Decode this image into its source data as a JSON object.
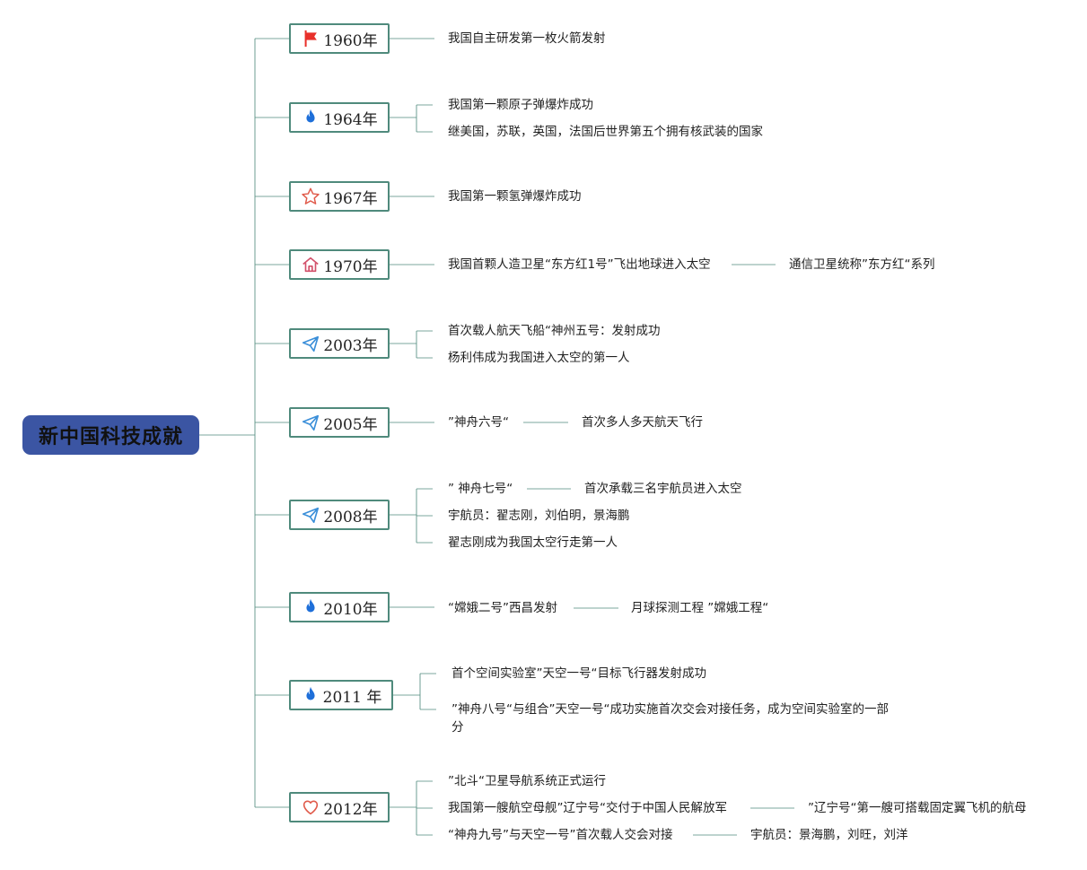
{
  "root": "新中国科技成就",
  "colors": {
    "line": "#4f8a7c",
    "root_fill": "#3b55a3",
    "flag": "#e8302a",
    "fire": "#1e6fd9",
    "plane": "#3b8fd9",
    "star": "#e05a4a",
    "home": "#d2506a",
    "heart": "#e05a4a"
  },
  "years": [
    {
      "label": "1960年",
      "icon": "flag-icon",
      "items": [
        {
          "text": "我国自主研发第一枚火箭发射"
        }
      ]
    },
    {
      "label": "1964年",
      "icon": "fire-icon",
      "items": [
        {
          "text": "我国第一颗原子弹爆炸成功"
        },
        {
          "text": "继美国，苏联，英国，法国后世界第五个拥有核武装的国家"
        }
      ]
    },
    {
      "label": "1967年",
      "icon": "star-icon",
      "items": [
        {
          "text": "我国第一颗氢弹爆炸成功"
        }
      ]
    },
    {
      "label": "1970年",
      "icon": "home-icon",
      "items": [
        {
          "text": "我国首颗人造卫星“东方红1号”飞出地球进入太空",
          "sub": "通信卫星统称”东方红“系列"
        }
      ]
    },
    {
      "label": "2003年",
      "icon": "paper-plane-icon",
      "items": [
        {
          "text": "首次载人航天飞船“神州五号：发射成功"
        },
        {
          "text": "杨利伟成为我国进入太空的第一人"
        }
      ]
    },
    {
      "label": "2005年",
      "icon": "paper-plane-icon",
      "items": [
        {
          "text": "”神舟六号“",
          "sub": "首次多人多天航天飞行"
        }
      ]
    },
    {
      "label": "2008年",
      "icon": "paper-plane-icon",
      "items": [
        {
          "text": "” 神舟七号“",
          "sub": "首次承载三名宇航员进入太空"
        },
        {
          "text": "宇航员：翟志刚，刘伯明，景海鹏"
        },
        {
          "text": "翟志刚成为我国太空行走第一人"
        }
      ]
    },
    {
      "label": "2010年",
      "icon": "fire-icon",
      "items": [
        {
          "text": "“嫦娥二号”西昌发射",
          "sub": "月球探测工程 ”嫦娥工程“"
        }
      ]
    },
    {
      "label": "2011 年",
      "icon": "fire-icon",
      "items": [
        {
          "text": "首个空间实验室”天空一号“目标飞行器发射成功"
        },
        {
          "text": "”神舟八号“与组合”天空一号“成功实施首次交会对接任务，成为空间实验室的一部分"
        }
      ]
    },
    {
      "label": "2012年",
      "icon": "heart-icon",
      "items": [
        {
          "text": "”北斗“卫星导航系统正式运行"
        },
        {
          "text": "我国第一艘航空母舰”辽宁号“交付于中国人民解放军",
          "sub": "”辽宁号“第一艘可搭载固定翼飞机的航母"
        },
        {
          "text": "“神舟九号”与天空一号”首次载人交会对接",
          "sub": "宇航员：景海鹏，刘旺，刘洋"
        }
      ]
    }
  ]
}
